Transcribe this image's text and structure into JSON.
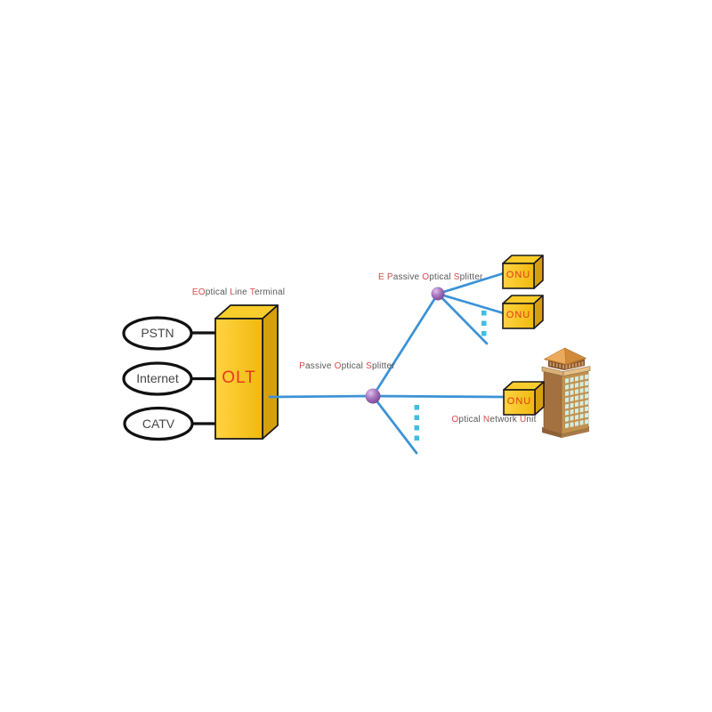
{
  "diagram_type": "PON fiber network diagram",
  "nodes": {
    "sources": [
      {
        "id": "pstn",
        "label": "PSTN"
      },
      {
        "id": "internet",
        "label": "Internet"
      },
      {
        "id": "catv",
        "label": "CATV"
      }
    ],
    "olt": {
      "label": "OLT"
    },
    "onu_top1": {
      "label": "ONU"
    },
    "onu_top2": {
      "label": "ONU"
    },
    "onu_right": {
      "label": "ONU"
    }
  },
  "captions": {
    "olt_title": {
      "full_text": "EOptical Line Terminal",
      "segments": [
        {
          "text": "EO",
          "red": true
        },
        {
          "text": "ptical ",
          "red": false
        },
        {
          "text": "L",
          "red": true
        },
        {
          "text": "ine ",
          "red": false
        },
        {
          "text": "T",
          "red": true
        },
        {
          "text": "erminal",
          "red": false
        }
      ]
    },
    "splitter_mid": {
      "full_text": "Passive Optical Splitter",
      "segments": [
        {
          "text": "P",
          "red": true
        },
        {
          "text": "assive ",
          "red": false
        },
        {
          "text": "O",
          "red": true
        },
        {
          "text": "ptical ",
          "red": false
        },
        {
          "text": "S",
          "red": true
        },
        {
          "text": "plitter",
          "red": false
        }
      ]
    },
    "splitter_top": {
      "full_text": "E Passive Optical Splitter",
      "segments": [
        {
          "text": "E ",
          "red": true
        },
        {
          "text": "P",
          "red": true
        },
        {
          "text": "assive ",
          "red": false
        },
        {
          "text": "O",
          "red": true
        },
        {
          "text": "ptical ",
          "red": false
        },
        {
          "text": "S",
          "red": true
        },
        {
          "text": "plitter",
          "red": false
        }
      ]
    },
    "onu_unit": {
      "full_text": "Optical Network Unit",
      "segments": [
        {
          "text": "O",
          "red": true
        },
        {
          "text": "ptical ",
          "red": false
        },
        {
          "text": "N",
          "red": true
        },
        {
          "text": "etwork ",
          "red": false
        },
        {
          "text": "U",
          "red": true
        },
        {
          "text": "nit",
          "red": false
        }
      ]
    }
  },
  "colors": {
    "fiber_line_blue": "#3B92D6",
    "dotted_fiber_cyan": "#3FBEE0",
    "box_front_gold": "#F7C214",
    "box_top_gold": "#F9CC2B",
    "box_side_gold": "#D6A00D",
    "box_text_red": "#E6391B",
    "caption_gray": "#595959",
    "caption_red": "#D94A4A",
    "splitter_purple": "#9A5FB0",
    "connector_black": "#111111",
    "building_left_face": "#A37140",
    "building_right_face": "#C2914F",
    "building_window": "#D3EDE2",
    "building_roof": "#EDAA5C"
  }
}
